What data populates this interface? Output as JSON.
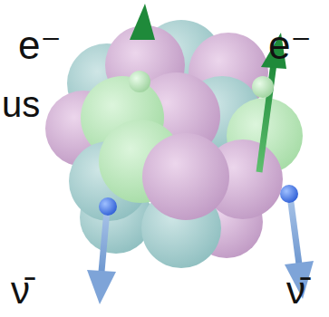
{
  "diagram": {
    "labels": [
      "e⁻",
      "e⁻",
      "us",
      "ν̄",
      "ν̄"
    ]
  }
}
